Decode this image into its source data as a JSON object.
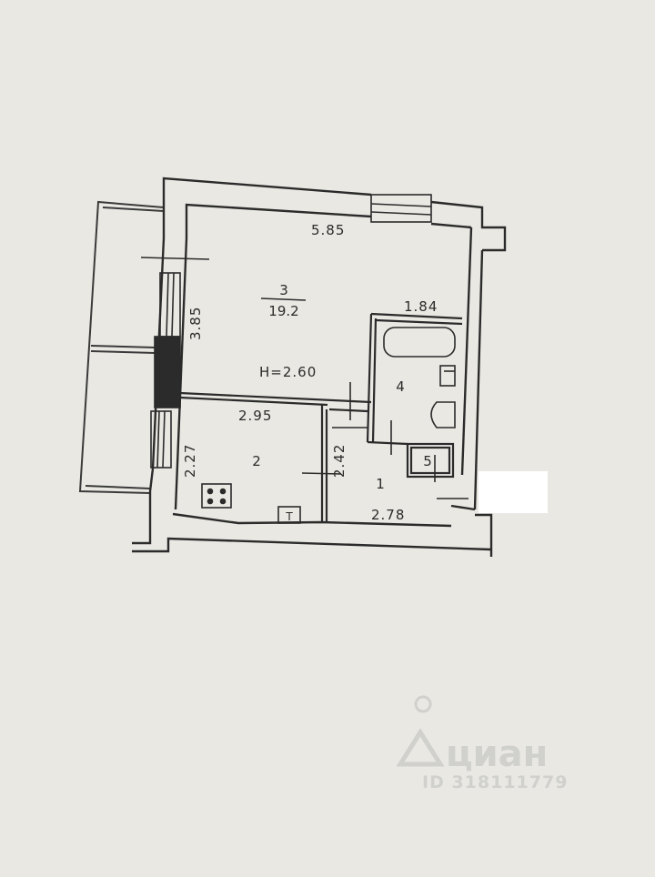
{
  "plan": {
    "rooms": {
      "living": {
        "number": "3",
        "area": "19.2",
        "height": "H=2.60"
      },
      "kitchen": {
        "number": "2"
      },
      "hall": {
        "number": "1"
      },
      "bath": {
        "number": "4"
      },
      "wc": {
        "number": "5"
      }
    },
    "dimensions": {
      "living_width": "5.85",
      "living_depth": "3.85",
      "bath_width": "1.84",
      "kitchen_width": "2.95",
      "kitchen_depth": "2.27",
      "hall_depth": "2.42",
      "hall_width": "2.78"
    },
    "marks": {
      "stove_symbol": "stove-icon",
      "riser_letter": "T"
    }
  },
  "watermark": {
    "brand": "циан",
    "id_text": "ID 318111779",
    "pin": "map-pin-icon"
  },
  "colors": {
    "paper": "#e9e8e3",
    "ink": "#2b2b2b",
    "redaction": "#ffffff",
    "watermark": "#cfcfcc"
  }
}
